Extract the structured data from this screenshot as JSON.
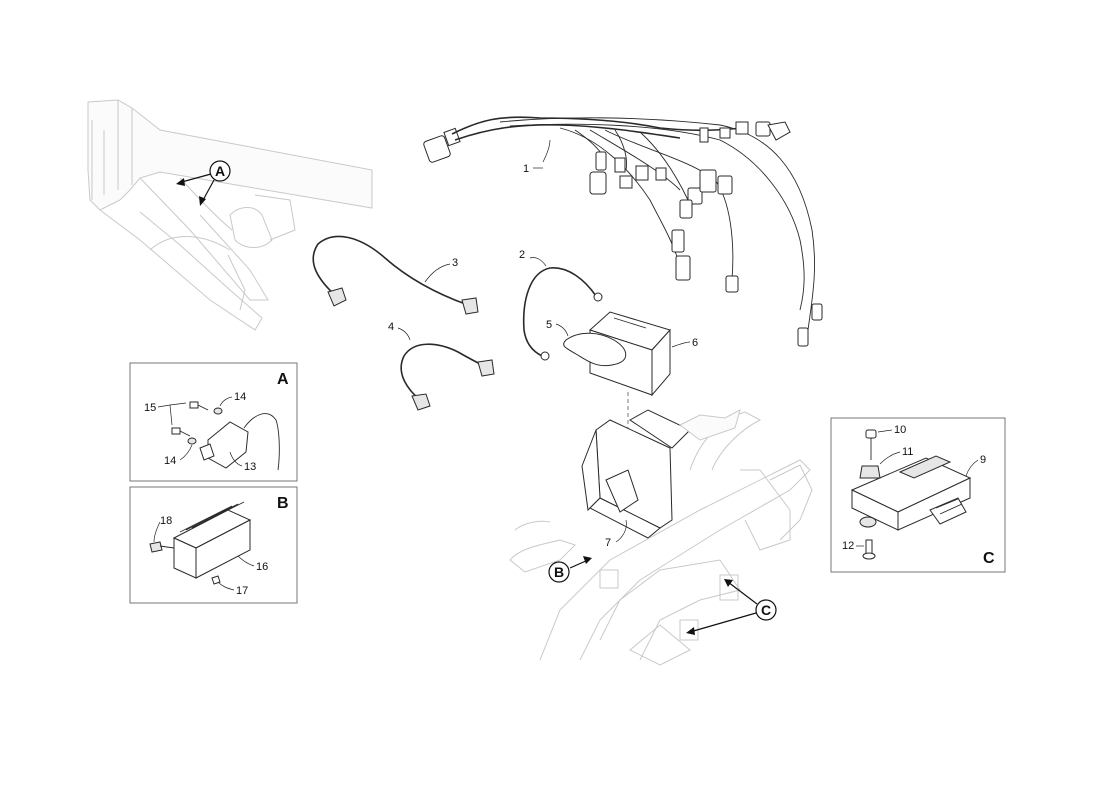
{
  "detail_boxes": {
    "A": {
      "letter": "A",
      "parts": [
        "15",
        "14",
        "14",
        "13"
      ]
    },
    "B": {
      "letter": "B",
      "parts": [
        "18",
        "16",
        "17"
      ]
    },
    "C": {
      "letter": "C",
      "parts": [
        "10",
        "11",
        "9",
        "12"
      ]
    }
  },
  "callouts": {
    "A": "A",
    "B": "B",
    "C": "C"
  },
  "part_numbers": {
    "p1": "1",
    "p2": "2",
    "p3": "3",
    "p4": "4",
    "p5": "5",
    "p6": "6",
    "p7": "7",
    "p9": "9",
    "p10": "10",
    "p11": "11",
    "p12": "12",
    "p13": "13",
    "p14a": "14",
    "p14b": "14",
    "p15": "15",
    "p16": "16",
    "p17": "17",
    "p18": "18"
  },
  "icons": {
    "frame_top_left": "frame-section-illustration",
    "frame_bottom": "frame-rear-section-illustration"
  }
}
